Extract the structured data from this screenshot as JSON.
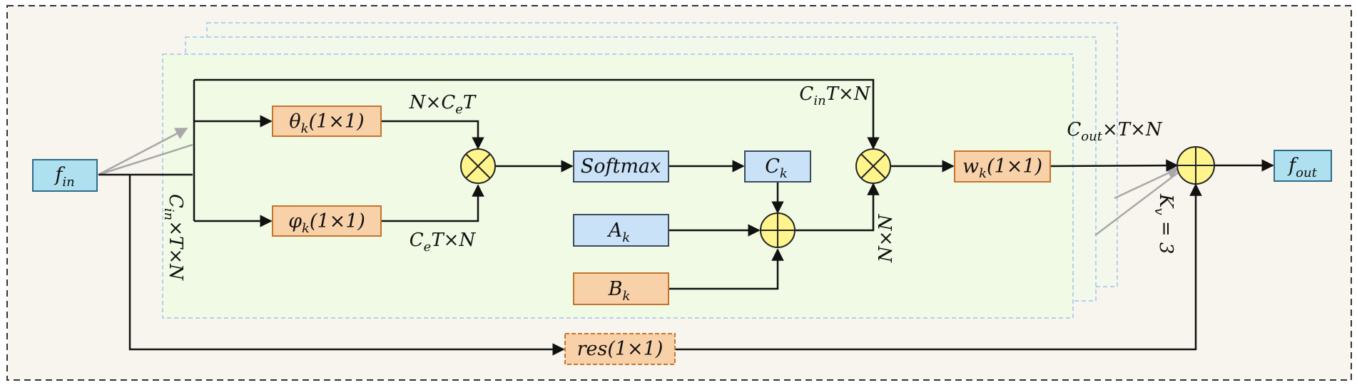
{
  "diagram": {
    "nodes": {
      "f_in": {
        "main": "f",
        "sub": "in"
      },
      "f_out": {
        "main": "f",
        "sub": "out"
      },
      "theta": {
        "main": "θ",
        "sub": "k",
        "suffix": "(1×1)"
      },
      "phi": {
        "main": "φ",
        "sub": "k",
        "suffix": "(1×1)"
      },
      "softmax": {
        "main": "Softmax"
      },
      "C_k": {
        "main": "C",
        "sub": "k"
      },
      "A_k": {
        "main": "A",
        "sub": "k"
      },
      "B_k": {
        "main": "B",
        "sub": "k"
      },
      "w_k": {
        "main": "w",
        "sub": "k",
        "suffix": "(1×1)"
      },
      "res": {
        "main": "res",
        "suffix": "(1×1)"
      }
    },
    "edge_labels": {
      "n_ce_t": {
        "pre": "N×C",
        "sub": "e",
        "post": "T"
      },
      "ce_t_n": {
        "pre": "C",
        "sub": "e",
        "post": "T×N"
      },
      "cin_t_n_top": {
        "pre": "C",
        "sub": "in",
        "post": "T×N"
      },
      "cin_t_n_left": {
        "pre": "C",
        "sub": "in",
        "post": "×T×N"
      },
      "n_x_n": {
        "text": "N×N"
      },
      "cout_t_n": {
        "pre": "C",
        "sub": "out",
        "post": "×T×N"
      },
      "kv": {
        "pre": "K",
        "sub": "v",
        "post": " = 3"
      }
    },
    "colors": {
      "outer_bg": "#f8f5ee",
      "panel_bg": "#f3fbe9",
      "panel_border": "#9ec3ea",
      "blue_box": "#c9e2f7",
      "blue_border": "#3d4a5c",
      "orange_box": "#f9d1a9",
      "orange_border": "#c5742c",
      "op_circle": "#fff58c",
      "cyan_box": "#aee0f0"
    }
  }
}
